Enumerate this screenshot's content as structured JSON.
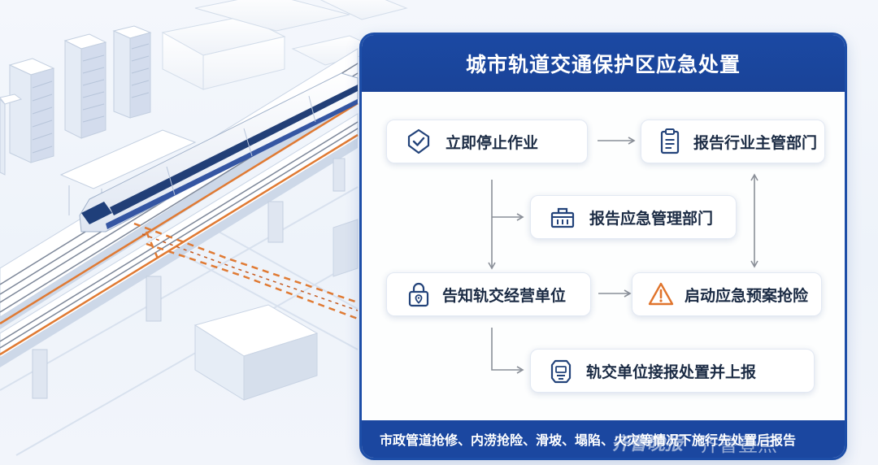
{
  "diagram": {
    "title": "城市轨道交通保护区应急处置",
    "nodes": {
      "stop_work": "立即停止作业",
      "report_industry": "报告行业主管部门",
      "report_emergency": "报告应急管理部门",
      "notify_operator": "告知轨交经营单位",
      "start_plan": "启动应急预案抢险",
      "operator_handle": "轨交单位接报处置并上报"
    },
    "footer": "市政管道抢修、内涝抢险、滑坡、塌陷、火灾等情况下施行先处置后报告"
  },
  "watermark": {
    "left": "齐鲁晚报",
    "right": "齐鲁壹点"
  },
  "colors": {
    "brand_blue": "#1b47a0",
    "icon_blue": "#23437a",
    "warning_orange": "#e0742c",
    "arrow_gray": "#8a8f98",
    "track_orange": "#e07a33"
  },
  "icons": {
    "stop_work": "shield-check-icon",
    "report_industry": "clipboard-icon",
    "report_emergency": "toolbox-icon",
    "notify_operator": "lock-location-icon",
    "start_plan": "warning-triangle-icon",
    "operator_handle": "phone-device-icon"
  }
}
